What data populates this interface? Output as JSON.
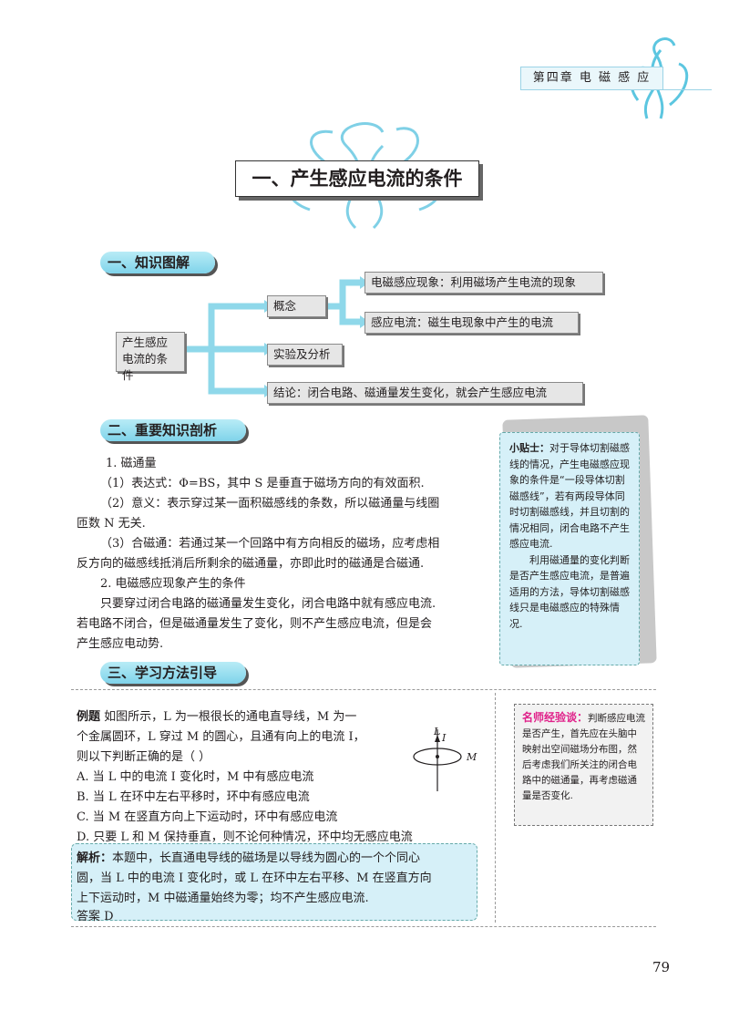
{
  "header": {
    "chapter": "第四章  电 磁 感 应"
  },
  "title": "一、产生感应电流的条件",
  "sections": {
    "s1": "一、知识图解",
    "s2": "二、重要知识剖析",
    "s3": "三、学习方法引导"
  },
  "diagram": {
    "root": "产生感应电流的条件",
    "concept": "概念",
    "concept_a": "电磁感应现象：利用磁场产生电流的现象",
    "concept_b": "感应电流：磁生电现象中产生的电流",
    "experiment": "实验及分析",
    "conclusion": "结论：闭合电路、磁通量发生变化，就会产生感应电流"
  },
  "knowledge": {
    "l1": "1. 磁通量",
    "l2": "（1）表达式：Φ=BS，其中 S 是垂直于磁场方向的有效面积.",
    "l3": "（2）意义：表示穿过某一面积磁感线的条数，所以磁通量与线圈",
    "l4": "匝数 N 无关.",
    "l5": "（3）合磁通：若通过某一个回路中有方向相反的磁场，应考虑相",
    "l6": "反方向的磁感线抵消后所剩余的磁通量，亦即此时的磁通是合磁通.",
    "l7": "2. 电磁感应现象产生的条件",
    "l8": "只要穿过闭合电路的磁通量发生变化，闭合电路中就有感应电流.",
    "l9": "若电路不闭合，但是磁通量发生了变化，则不产生感应电流，但是会",
    "l10": "产生感应电动势."
  },
  "tip": {
    "label": "小贴士：",
    "text1": "对于导体切割磁感线的情况，产生电磁感应现象的条件是“一段导体切割磁感线”，若有两段导体同时切割磁感线，并且切割的情况相同，闭合电路不产生感应电流.",
    "text2": "利用磁通量的变化判断是否产生感应电流，是普遍适用的方法，导体切割磁感线只是电磁感应的特殊情况."
  },
  "example": {
    "label": "例题",
    "q1": "如图所示，L 为一根很长的通电直导线，M 为一",
    "q2": "个金属圆环，L 穿过 M 的圆心，且通有向上的电流 I，",
    "q3": "则以下判断正确的是（      ）",
    "a": "A. 当 L 中的电流 I 变化时，M 中有感应电流",
    "b": "B. 当 L 在环中左右平移时，环中有感应电流",
    "c": "C. 当 M 在竖直方向上下运动时，环中有感应电流",
    "d": "D. 只要 L 和 M 保持垂直，则不论何种情况，环中均无感应电流",
    "fig_L": "L",
    "fig_I": "I",
    "fig_M": "M"
  },
  "analysis": {
    "label": "解析：",
    "t1": "本题中，长直通电导线的磁场是以导线为圆心的一个个同心",
    "t2": "圆，当 L 中的电流 I 变化时，或 L 在环中左右平移、M 在竖直方向",
    "t3": "上下运动时，M 中磁通量始终为零；均不产生感应电流.",
    "answer": "答案   D"
  },
  "teacher": {
    "label": "名师经验谈：",
    "text": "判断感应电流是否产生，首先应在头脑中映射出空间磁场分布图，然后考虑我们所关注的闭合电路中的磁通量，再考虑磁通量是否变化."
  },
  "page_number": "79"
}
